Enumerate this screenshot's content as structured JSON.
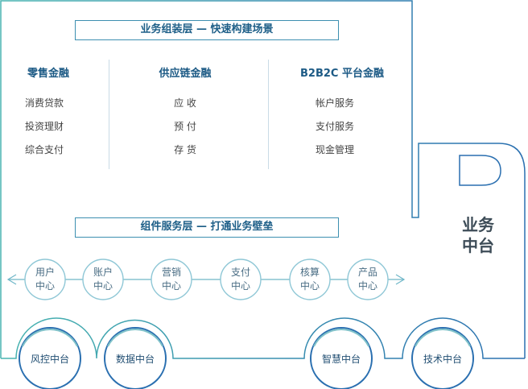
{
  "assembly_layer": "业务组装层 — 快速构建场景",
  "columns": [
    {
      "title": "零售金融",
      "items": [
        "消费贷款",
        "投资理财",
        "综合支付"
      ]
    },
    {
      "title": "供应链金融",
      "items": [
        "应 收",
        "预 付",
        "存 货"
      ]
    },
    {
      "title": "B2B2C 平台金融",
      "items": [
        "帐户服务",
        "支付服务",
        "现金管理"
      ]
    }
  ],
  "service_layer": "组件服务层 — 打通业务壁垒",
  "service_centers": [
    [
      "用户",
      "中心"
    ],
    [
      "账户",
      "中心"
    ],
    [
      "营销",
      "中心"
    ],
    [
      "支付",
      "中心"
    ],
    [
      "核算",
      "中心"
    ],
    [
      "产品",
      "中心"
    ]
  ],
  "platforms": [
    "风控中台",
    "数据中台",
    "智慧中台",
    "技术中台"
  ],
  "truck_cab": [
    "业务",
    "中台"
  ],
  "colors": {
    "accent_teal": "#4fb5b8",
    "accent_blue": "#2c74a8",
    "hub_border": "#8fc7d6"
  }
}
